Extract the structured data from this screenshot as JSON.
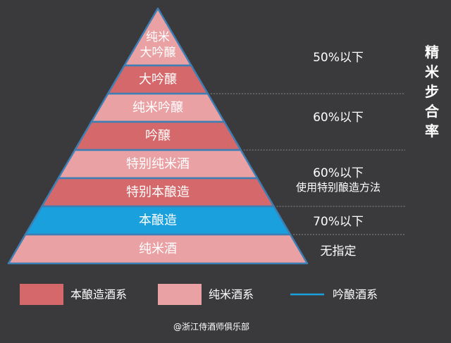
{
  "tiers": [
    {
      "lines": [
        "纯米",
        "大吟醸"
      ],
      "kind": "junmai"
    },
    {
      "lines": [
        "大吟醸"
      ],
      "kind": "honjozo"
    },
    {
      "lines": [
        "纯米吟醸"
      ],
      "kind": "junmai"
    },
    {
      "lines": [
        "吟醸"
      ],
      "kind": "honjozo"
    },
    {
      "lines": [
        "特别纯米酒"
      ],
      "kind": "junmai"
    },
    {
      "lines": [
        "特别本酿造"
      ],
      "kind": "honjozo"
    },
    {
      "lines": [
        "本酿造"
      ],
      "kind": "ginjo"
    },
    {
      "lines": [
        "纯米酒"
      ],
      "kind": "junmai"
    }
  ],
  "rates": [
    {
      "lines": [
        "50%以下"
      ]
    },
    {
      "lines": [
        "60%以下"
      ]
    },
    {
      "lines": [
        "60%以下",
        "使用特别酿造方法"
      ]
    },
    {
      "lines": [
        "70%以下"
      ]
    },
    {
      "lines": [
        "无指定"
      ]
    }
  ],
  "side_title": [
    "精",
    "米",
    "步",
    "合",
    "率"
  ],
  "legend": [
    {
      "label": "本酿造酒系",
      "kind": "honjozo",
      "shape": "box"
    },
    {
      "label": "纯米酒系",
      "kind": "junmai",
      "shape": "box"
    },
    {
      "label": "吟酿酒系",
      "kind": "ginjo",
      "shape": "line"
    }
  ],
  "watermark": "@浙江侍酒师俱乐部",
  "colors": {
    "background": "#3a3a3c",
    "honjozo": "#d4686a",
    "junmai": "#e9a1a4",
    "ginjo": "#1aa0dc",
    "border": "#3d7fb5",
    "text": "#ffffff"
  }
}
